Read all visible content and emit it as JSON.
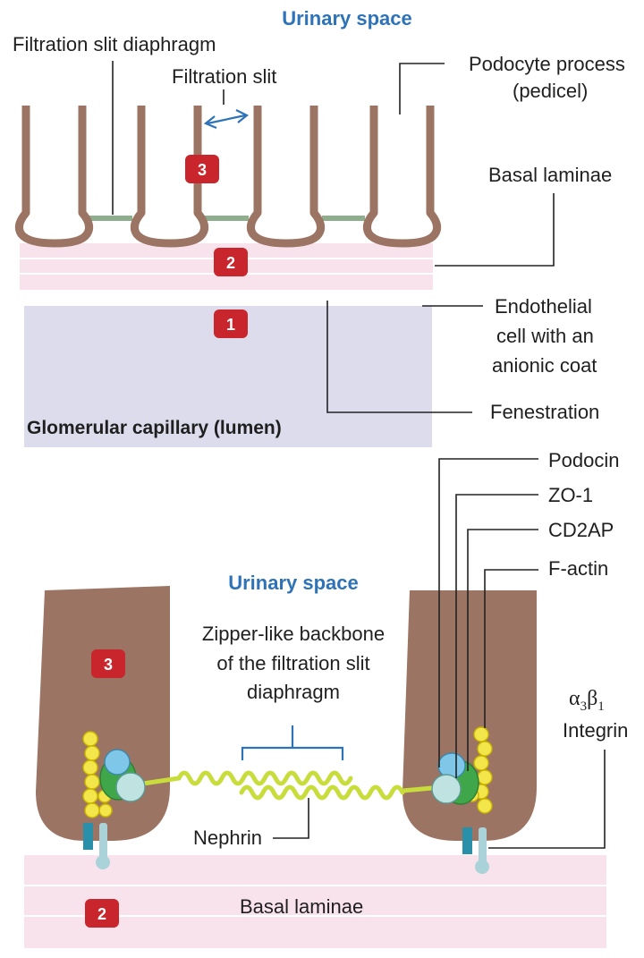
{
  "top": {
    "urinary_space": "Urinary space",
    "filtration_slit_diaphragm": "Filtration slit diaphragm",
    "filtration_slit": "Filtration slit",
    "podocyte_process_line1": "Podocyte process",
    "podocyte_process_line2": "(pedicel)",
    "basal_laminae": "Basal laminae",
    "endothelial_line1": "Endothelial",
    "endothelial_line2": "cell with an",
    "endothelial_line3": "anionic coat",
    "fenestration": "Fenestration",
    "capillary_lumen": "Glomerular capillary (lumen)",
    "badge_1": "1",
    "badge_2": "2",
    "badge_3": "3"
  },
  "bottom": {
    "urinary_space": "Urinary space",
    "backbone_line1": "Zipper-like backbone",
    "backbone_line2": "of the filtration slit",
    "backbone_line3": "diaphragm",
    "nephrin": "Nephrin",
    "podocin": "Podocin",
    "zo1": "ZO-1",
    "cd2ap": "CD2AP",
    "factin": "F-actin",
    "integrin_alpha": "α",
    "integrin_alpha_sub": "3",
    "integrin_beta": "β",
    "integrin_beta_sub": "1",
    "integrin": "Integrin",
    "basal_laminae": "Basal laminae",
    "badge_3": "3",
    "badge_2": "2"
  },
  "colors": {
    "podocyte": "#9b7463",
    "basal_lamina": "#f8e3ec",
    "capillary": "#dcdcec",
    "slit_diaphragm": "#8fae8e",
    "badge": "#c8262c",
    "blue_text": "#2e72b8",
    "nephrin": "#c8dc3c",
    "factin": "#f3e64a",
    "podocin": "#7ec7e8",
    "zo1": "#3fa74a",
    "cd2ap": "#bfe3e0",
    "integrin_alpha": "#2a8fa8",
    "integrin_beta": "#a9d3d8"
  }
}
